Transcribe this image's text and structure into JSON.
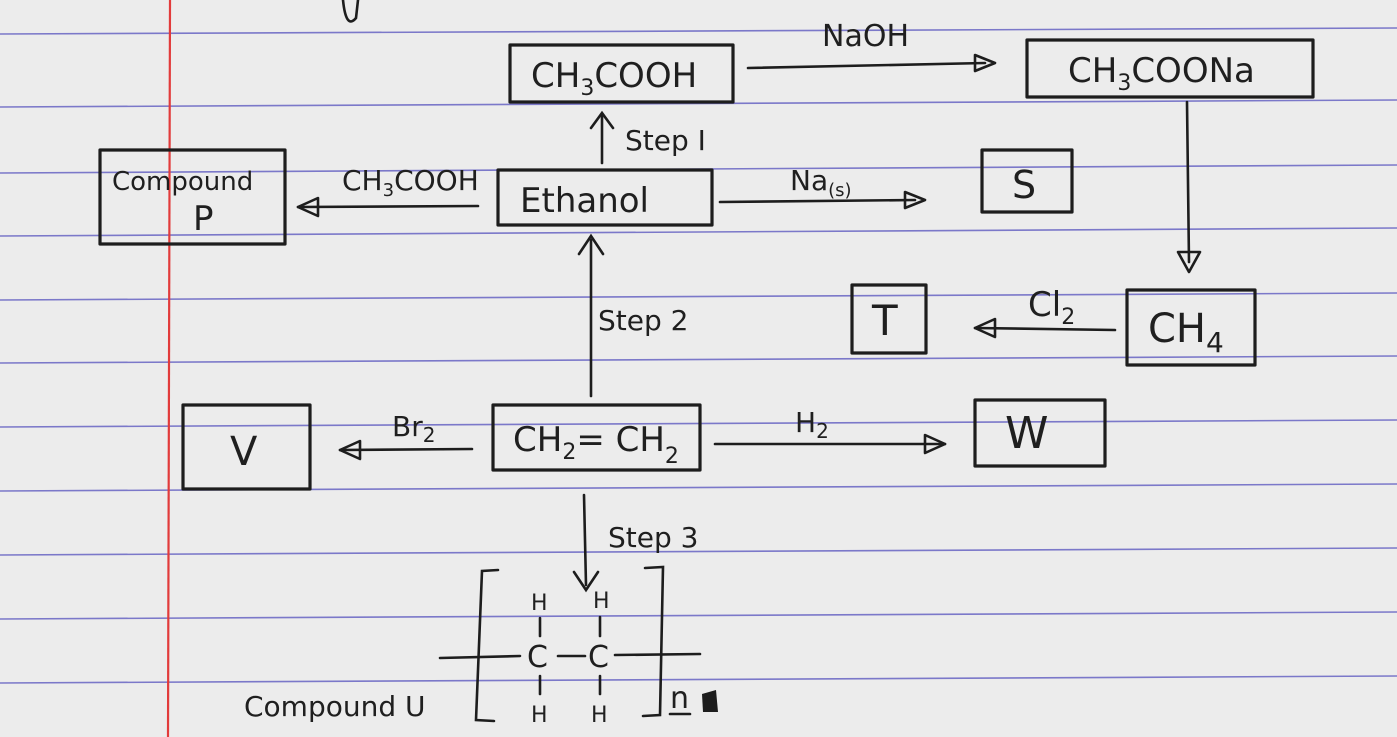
{
  "nodes": {
    "ch3cooh": {
      "main": "CH",
      "sub": "3",
      "tail": "COOH"
    },
    "ch3coona": {
      "main": "CH",
      "sub": "3",
      "tail": "COONa"
    },
    "compound_p": {
      "line1": "Compound",
      "line2": "P"
    },
    "ethanol": {
      "label": "Ethanol"
    },
    "s": {
      "label": "S"
    },
    "t": {
      "label": "T"
    },
    "ch4": {
      "main": "CH",
      "sub": "4"
    },
    "v": {
      "label": "V"
    },
    "ethene": {
      "a": "CH",
      "a_sub": "2",
      "mid": "= CH",
      "b_sub": "2"
    },
    "w": {
      "label": "W"
    },
    "compound_u": {
      "label": "Compound U"
    }
  },
  "arrow_labels": {
    "naoh": "NaOH",
    "step1": "Step I",
    "ch3cooh_main": "CH",
    "ch3cooh_sub": "3",
    "ch3cooh_tail": "COOH",
    "na_main": "Na",
    "na_sub": "(s)",
    "step2": "Step 2",
    "cl2_main": "Cl",
    "cl2_sub": "2",
    "br2_main": "Br",
    "br2_sub": "2",
    "h2_main": "H",
    "h2_sub": "2",
    "step3": "Step 3"
  },
  "polymer": {
    "h_top_1": "H",
    "h_top_2": "H",
    "c1": "C",
    "c2": "C",
    "h_bot_1": "H",
    "h_bot_2": "H",
    "n": "n"
  },
  "colors": {
    "paper": "#ececec",
    "ruled_line": "#7b78c9",
    "margin_line": "#e23b3b",
    "ink": "#1d1d1d"
  }
}
